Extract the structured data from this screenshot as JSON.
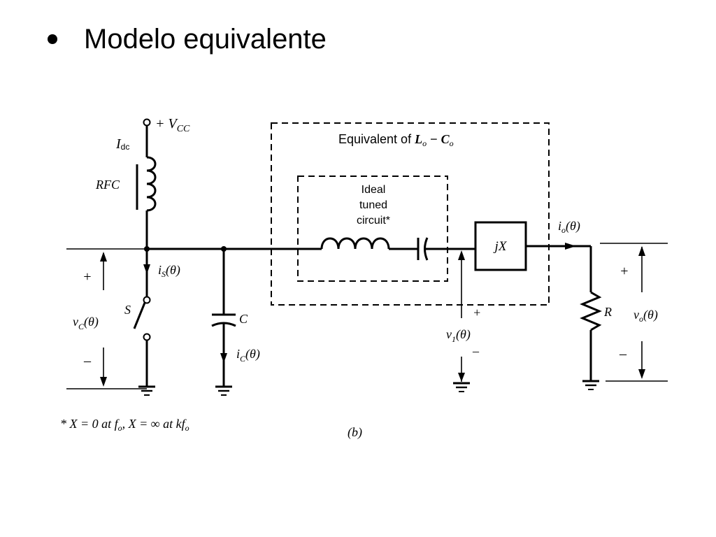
{
  "slide": {
    "title": "Modelo equivalente"
  },
  "diagram": {
    "supply_label": "+ V",
    "supply_sub": "CC",
    "idc_label": "I",
    "idc_sub": "dc",
    "rfc_label": "RFC",
    "is_label": "i",
    "is_sub": "S",
    "is_arg": "(θ)",
    "switch_label": "S",
    "vc_label": "v",
    "vc_sub": "C",
    "vc_arg": "(θ)",
    "plus_sign": "+",
    "minus_sign": "–",
    "cap_label": "C",
    "ic_label": "i",
    "ic_sub": "C",
    "ic_arg": "(θ)",
    "equiv_label_prefix": "Equivalent of",
    "equiv_label_L": "L",
    "equiv_label_o": "o",
    "equiv_label_dash": " − ",
    "equiv_label_C": "C",
    "ideal_line1": "Ideal",
    "ideal_line2": "tuned",
    "ideal_line3": "circuit*",
    "jx_label": "jX",
    "io_label": "i",
    "io_sub": "o",
    "io_arg": "(θ)",
    "v1_label": "v",
    "v1_sub": "1",
    "v1_arg": "(θ)",
    "r_label": "R",
    "vo_label": "v",
    "vo_sub": "o",
    "vo_arg": "(θ)",
    "footnote_part1": "* X = 0 at f",
    "footnote_sub1": "o",
    "footnote_part2": ",  X = ∞ at kf",
    "footnote_sub2": "o",
    "figure_label": "(b)"
  }
}
